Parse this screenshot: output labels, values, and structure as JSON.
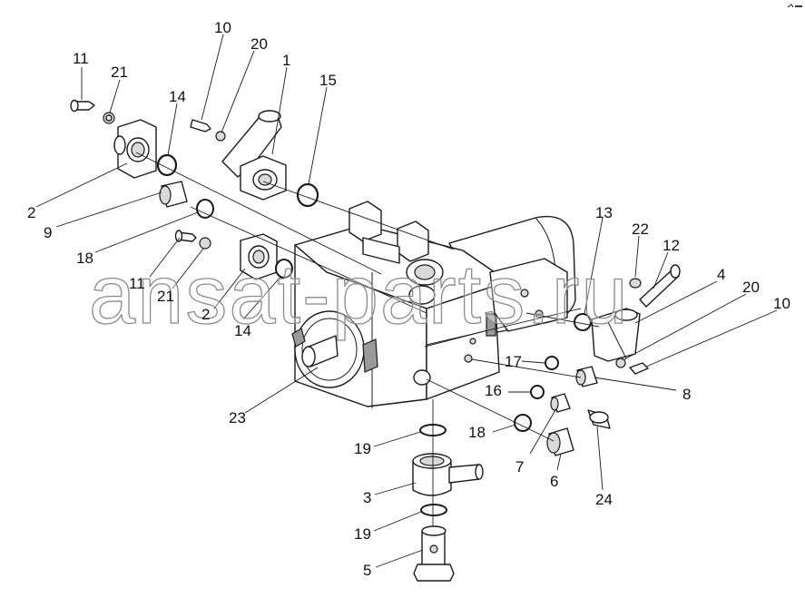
{
  "watermark": "ansat-parts.ru",
  "corner_mark": "",
  "callouts": {
    "c1": "1",
    "c2a": "2",
    "c2b": "2",
    "c3": "3",
    "c4": "4",
    "c5": "5",
    "c6": "6",
    "c7": "7",
    "c8": "8",
    "c9": "9",
    "c10a": "10",
    "c10b": "10",
    "c11a": "11",
    "c11b": "11",
    "c12": "12",
    "c13": "13",
    "c14a": "14",
    "c14b": "14",
    "c15": "15",
    "c16": "16",
    "c17": "17",
    "c18a": "18",
    "c18b": "18",
    "c19a": "19",
    "c19b": "19",
    "c20a": "20",
    "c20b": "20",
    "c21a": "21",
    "c21b": "21",
    "c22": "22",
    "c23": "23",
    "c24": "24"
  }
}
